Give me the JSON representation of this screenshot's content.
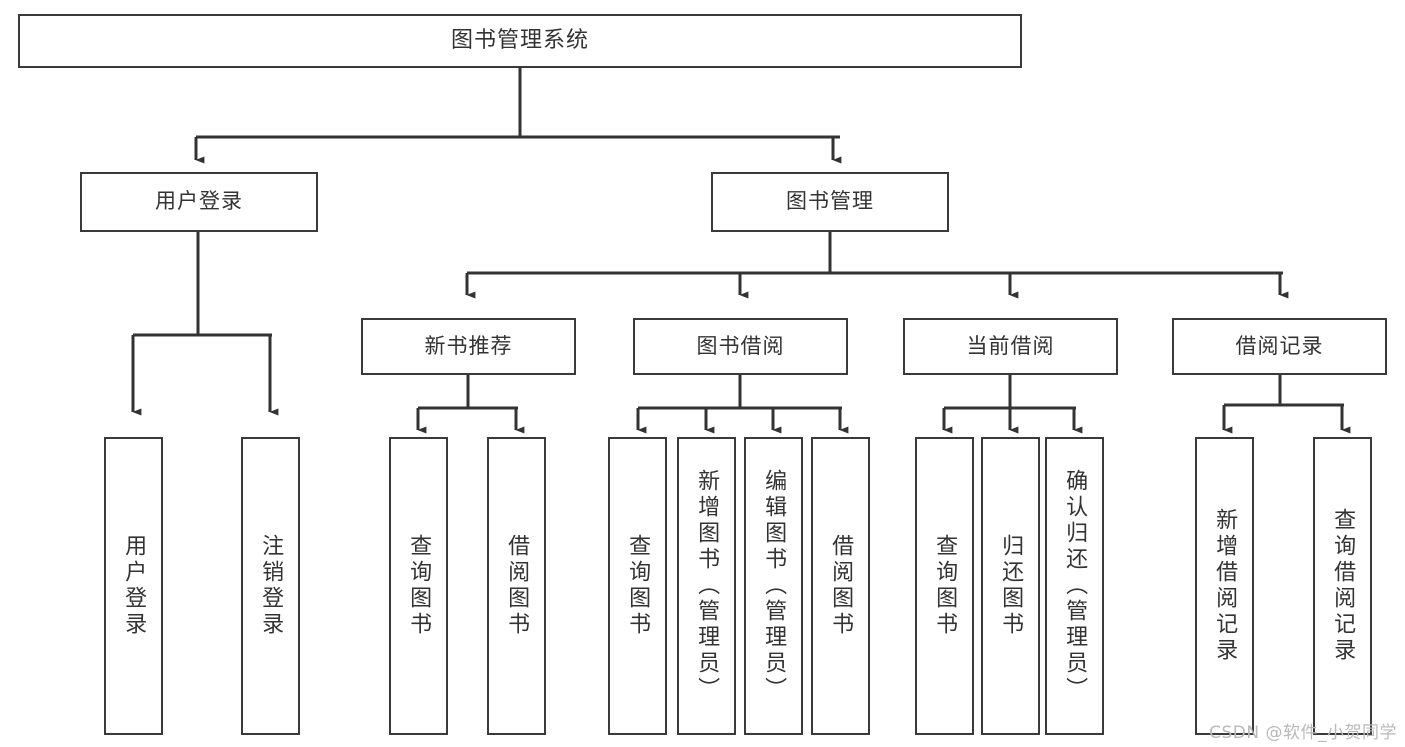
{
  "diagram": {
    "type": "tree",
    "title": "图书管理系统",
    "orientation": "top-down",
    "colors": {
      "box_border": "#3a3a3a",
      "box_fill": "#ffffff",
      "connector": "#333333",
      "text": "#333333",
      "watermark": "#b9b9b9",
      "background": "#ffffff"
    },
    "root": {
      "id": "root",
      "label": "图书管理系统"
    },
    "level2": [
      {
        "id": "user-login",
        "label": "用户登录"
      },
      {
        "id": "book-manage",
        "label": "图书管理"
      }
    ],
    "level3": [
      {
        "id": "new-book-recommend",
        "label": "新书推荐",
        "parent": "book-manage"
      },
      {
        "id": "book-borrow",
        "label": "图书借阅",
        "parent": "book-manage"
      },
      {
        "id": "current-borrow",
        "label": "当前借阅",
        "parent": "book-manage"
      },
      {
        "id": "borrow-record",
        "label": "借阅记录",
        "parent": "book-manage"
      }
    ],
    "leaves": {
      "user-login": [
        {
          "id": "leaf-user-login",
          "label": "用户登录"
        },
        {
          "id": "leaf-logout",
          "label": "注销登录"
        }
      ],
      "new-book-recommend": [
        {
          "id": "leaf-query-book-1",
          "label": "查询图书"
        },
        {
          "id": "leaf-borrow-book-1",
          "label": "借阅图书"
        }
      ],
      "book-borrow": [
        {
          "id": "leaf-query-book-2",
          "label": "查询图书"
        },
        {
          "id": "leaf-add-book",
          "label": "新增图书（管理员）"
        },
        {
          "id": "leaf-edit-book",
          "label": "编辑图书（管理员）"
        },
        {
          "id": "leaf-borrow-book-2",
          "label": "借阅图书"
        }
      ],
      "current-borrow": [
        {
          "id": "leaf-query-book-3",
          "label": "查询图书"
        },
        {
          "id": "leaf-return-book",
          "label": "归还图书"
        },
        {
          "id": "leaf-confirm-return",
          "label": "确认归还（管理员）"
        }
      ],
      "borrow-record": [
        {
          "id": "leaf-add-record",
          "label": "新增借阅记录"
        },
        {
          "id": "leaf-query-record",
          "label": "查询借阅记录"
        }
      ]
    }
  },
  "watermark": {
    "text": "CSDN @软件_小贺同学"
  }
}
